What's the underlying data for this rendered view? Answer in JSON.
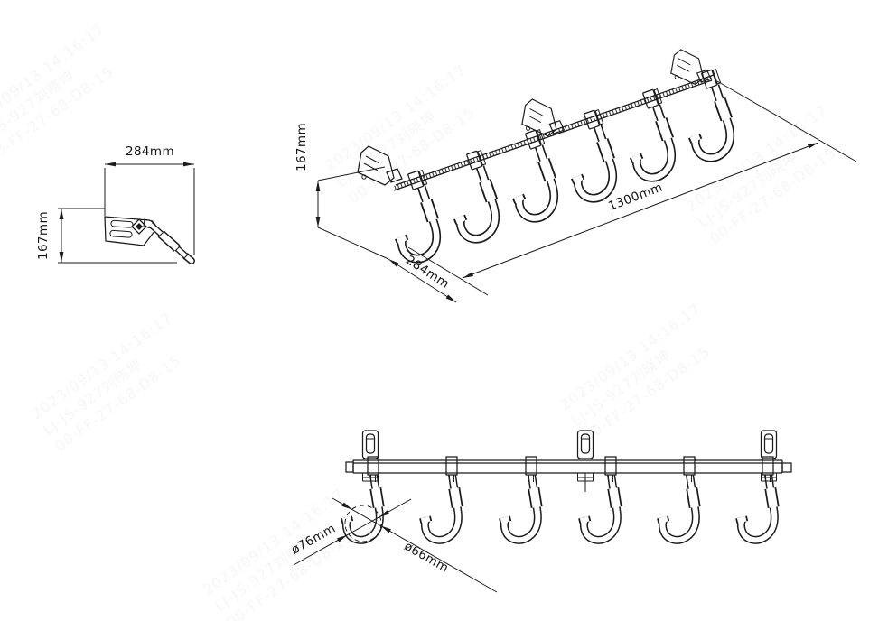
{
  "drawing": {
    "title": "hook-rack-technical-drawing",
    "background": "#ffffff",
    "line_color": "#1b1b1b",
    "views": {
      "side_detail": {
        "label_width": "284mm",
        "label_height": "167mm",
        "bracket_count": 1,
        "hook_count": 1
      },
      "isometric": {
        "label_height": "167mm",
        "label_length": "1300mm",
        "label_depth": "284mm",
        "bracket_count": 3,
        "hook_count": 6
      },
      "front": {
        "label_outer_diameter": "ø76mm",
        "label_inner_diameter": "ø66mm",
        "bracket_count": 3,
        "hook_count": 6
      }
    },
    "watermark": {
      "color": "#f6f6f6",
      "lines": [
        "2023/09/13 14:16:17",
        "LJ-JS-927刘晓坤",
        "00-FF-27-68-D8-15"
      ]
    }
  }
}
